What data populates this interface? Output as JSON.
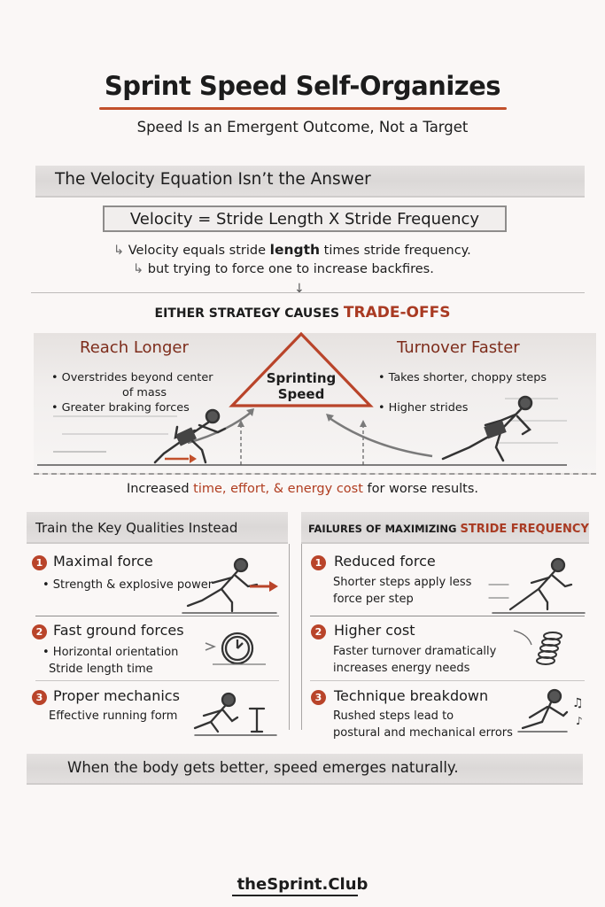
{
  "header": {
    "title": "Sprint Speed Self-Organizes",
    "subtitle": "Speed Is an Emergent Outcome, Not a Target"
  },
  "velocity_section": {
    "heading": "The Velocity Equation Isn’t the Answer",
    "equation": "Velocity = Stride Length X Stride Frequency",
    "note1_prefix": "Velocity equals stride ",
    "note1_bold": "length",
    "note1_suffix": " times stride frequency.",
    "note2": "but trying to force one to increase backfires.",
    "arrow_glyph": "↳",
    "down_arrow": "↓"
  },
  "tradeoffs": {
    "heading_prefix": "EITHER STRATEGY CAUSES ",
    "heading_accent": "TRADE-OFFS",
    "center_label_line1": "Sprinting",
    "center_label_line2": "Speed",
    "left": {
      "title": "Reach Longer",
      "bullets": [
        "• Overstrides beyond center",
        "of mass",
        "• Greater braking forces"
      ]
    },
    "right": {
      "title": "Turnover Faster",
      "bullets": [
        "• Takes shorter, choppy steps",
        "• Higher strides"
      ]
    },
    "result_prefix": "Increased ",
    "result_accent": "time, effort, & energy cost",
    "result_suffix": " for worse results."
  },
  "train_column": {
    "heading": "Train the Key Qualities Instead",
    "items": [
      {
        "num": "1",
        "title": "Maximal force",
        "desc": [
          "• Strength & explosive power"
        ],
        "icon": "runner-arrow-icon"
      },
      {
        "num": "2",
        "title": "Fast ground forces",
        "desc": [
          "• Horizontal orientation",
          "Stride length time"
        ],
        "icon": "stopwatch-icon"
      },
      {
        "num": "3",
        "title": "Proper mechanics",
        "desc": [
          "Effective running form"
        ],
        "icon": "runner-hurdle-icon"
      }
    ]
  },
  "failures_column": {
    "heading_prefix": "FAILURES OF MAXIMIZING ",
    "heading_accent": "STRIDE FREQUENCY",
    "items": [
      {
        "num": "1",
        "title": "Reduced force",
        "desc": [
          "Shorter steps apply less",
          "force per step"
        ],
        "icon": "runner-icon"
      },
      {
        "num": "2",
        "title": "Higher cost",
        "desc": [
          "Faster turnover dramatically",
          "increases energy needs"
        ],
        "icon": "spring-coil-icon"
      },
      {
        "num": "3",
        "title": "Technique breakdown",
        "desc": [
          "Rushed steps lead to",
          "postural and mechanical errors"
        ],
        "icon": "runner-music-icon"
      }
    ]
  },
  "footer": {
    "tagline": "When the body gets better, speed emerges naturally.",
    "brand": "theSprint.Club"
  },
  "colors": {
    "accent": "#b9442a",
    "accent_dark": "#7d2c1b",
    "text": "#1c1c1c",
    "background": "#faf7f6",
    "band": "#dedad9"
  }
}
